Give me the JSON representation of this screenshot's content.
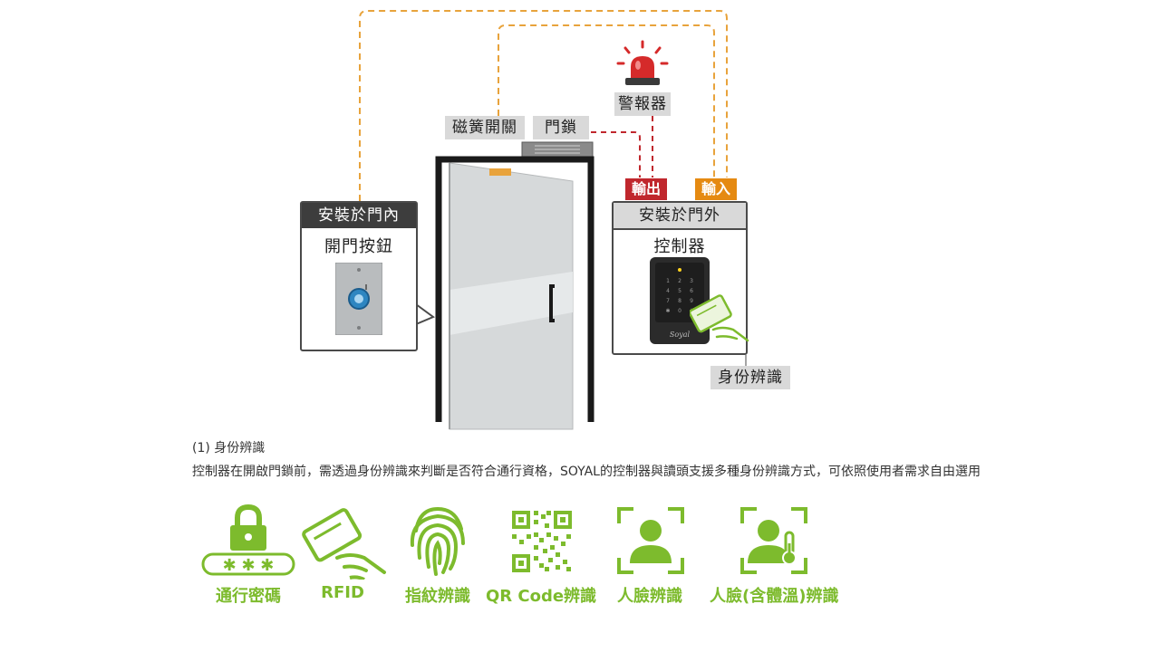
{
  "diagram": {
    "labels": {
      "reed_switch": "磁簧開關",
      "door_lock": "門鎖",
      "alarm": "警報器",
      "output": "輸出",
      "input": "輸入",
      "identification": "身份辨識"
    },
    "inside_panel": {
      "header": "安裝於門內",
      "title": "開門按鈕"
    },
    "outside_panel": {
      "header": "安裝於門外",
      "title": "控制器"
    },
    "keypad_keys": [
      "1",
      "2",
      "3",
      "4",
      "5",
      "6",
      "7",
      "8",
      "9",
      "✱",
      "0",
      "#"
    ],
    "keypad_brand": "Soyal"
  },
  "caption": {
    "heading": "(1) 身份辨識",
    "text": "控制器在開啟門鎖前，需透過身份辨識來判斷是否符合通行資格，SOYAL的控制器與讀頭支援多種身份辨識方式，可依照使用者需求自由選用"
  },
  "methods": [
    {
      "label": "通行密碼",
      "icon": "password-lock-icon",
      "stars": "✱ ✱ ✱"
    },
    {
      "label": "RFID",
      "icon": "rfid-card-icon"
    },
    {
      "label": "指紋辨識",
      "icon": "fingerprint-icon"
    },
    {
      "label": "QR Code辨識",
      "icon": "qr-code-icon"
    },
    {
      "label": "人臉辨識",
      "icon": "face-recognition-icon"
    },
    {
      "label": "人臉(含體溫)辨識",
      "icon": "face-temperature-icon"
    }
  ],
  "colors": {
    "accent_green": "#7dbb2d",
    "dashed_orange": "#e8a33c",
    "dashed_red": "#c0272d",
    "output_red": "#c0272d",
    "input_orange": "#e58a12",
    "panel_dark": "#3d3d3d",
    "label_gray": "#d9d9d9"
  }
}
